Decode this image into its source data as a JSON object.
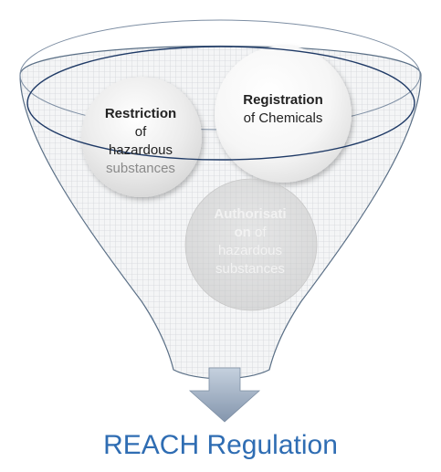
{
  "diagram": {
    "restriction": {
      "bold": "Restriction",
      "rest_line1": "of",
      "rest_line2": "hazardous",
      "rest_line3": "substances"
    },
    "registration": {
      "bold": "Registration",
      "rest": "of Chemicals"
    },
    "authorisation": {
      "bold_line1": "Authorisati",
      "bold_line2": "on",
      "rest_line2": " of",
      "rest_line3": "hazardous",
      "rest_line4": "substances"
    },
    "result_label": "REACH Regulation",
    "colors": {
      "funnel_edge": "#5a6f86",
      "ring": "#1f3a66",
      "circle_fill": "#e6e6e6",
      "arrow_fill": "#9fb0c4",
      "result_text": "#2f6db3"
    }
  }
}
